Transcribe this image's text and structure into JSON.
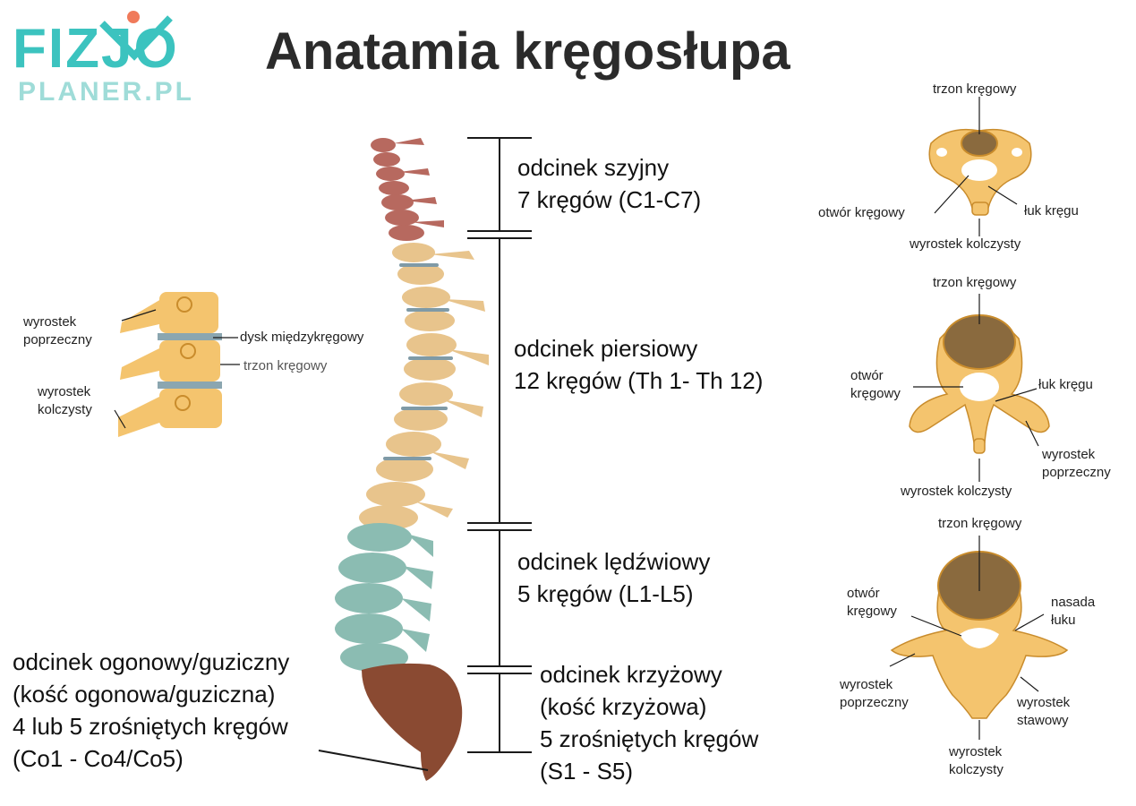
{
  "logo": {
    "top": "FIZJO",
    "bottom": "PLANER.PL",
    "teal": "#3cc3bf",
    "dot": "#f07a5a"
  },
  "title": "Anatamia kręgosłupa",
  "colors": {
    "cervical": "#b7695f",
    "thoracic": "#e8c48c",
    "lumbar": "#8bbcb2",
    "sacral": "#8a4a32",
    "disc": "#7f9aa6",
    "bone": "#f4c46e",
    "bone_dark": "#c98c2c",
    "spongy": "#a78658"
  },
  "segments": {
    "cervical": {
      "line1": "odcinek szyjny",
      "line2": "7 kręgów (C1-C7)"
    },
    "thoracic": {
      "line1": "odcinek piersiowy",
      "line2": "12 kręgów (Th 1- Th 12)"
    },
    "lumbar": {
      "line1": "odcinek lędźwiowy",
      "line2": "5 kręgów (L1-L5)"
    },
    "sacral": {
      "line1": "odcinek krzyżowy",
      "line2": "(kość krzyżowa)",
      "line3": "5 zrośniętych kręgów",
      "line4": "(S1 - S5)"
    },
    "coccyx": {
      "line1": "odcinek ogonowy/guziczny",
      "line2": "(kość ogonowa/guziczna)",
      "line3": "4 lub 5 zrośniętych kręgów",
      "line4": "(Co1 - Co4/Co5)"
    }
  },
  "side_view": {
    "transverse": {
      "line1": "wyrostek",
      "line2": "poprzeczny"
    },
    "spinous": {
      "line1": "wyrostek",
      "line2": "kolczysty"
    },
    "disc": "dysk międzykręgowy",
    "body": "trzon kręgowy"
  },
  "cervical_vertebra": {
    "body": "trzon kręgowy",
    "foramen": "otwór kręgowy",
    "arch": "łuk kręgu",
    "spinous": "wyrostek kolczysty"
  },
  "thoracic_vertebra": {
    "body": "trzon kręgowy",
    "foramen": {
      "line1": "otwór",
      "line2": "kręgowy"
    },
    "arch": "łuk kręgu",
    "transverse": {
      "line1": "wyrostek",
      "line2": "poprzeczny"
    },
    "spinous": "wyrostek kolczysty"
  },
  "lumbar_vertebra": {
    "body": "trzon kręgowy",
    "foramen": {
      "line1": "otwór",
      "line2": "kręgowy"
    },
    "pedicle": {
      "line1": "nasada",
      "line2": "łuku"
    },
    "transverse": {
      "line1": "wyrostek",
      "line2": "poprzeczny"
    },
    "articular": {
      "line1": "wyrostek",
      "line2": "stawowy"
    },
    "spinous": {
      "line1": "wyrostek",
      "line2": "kolczysty"
    }
  }
}
